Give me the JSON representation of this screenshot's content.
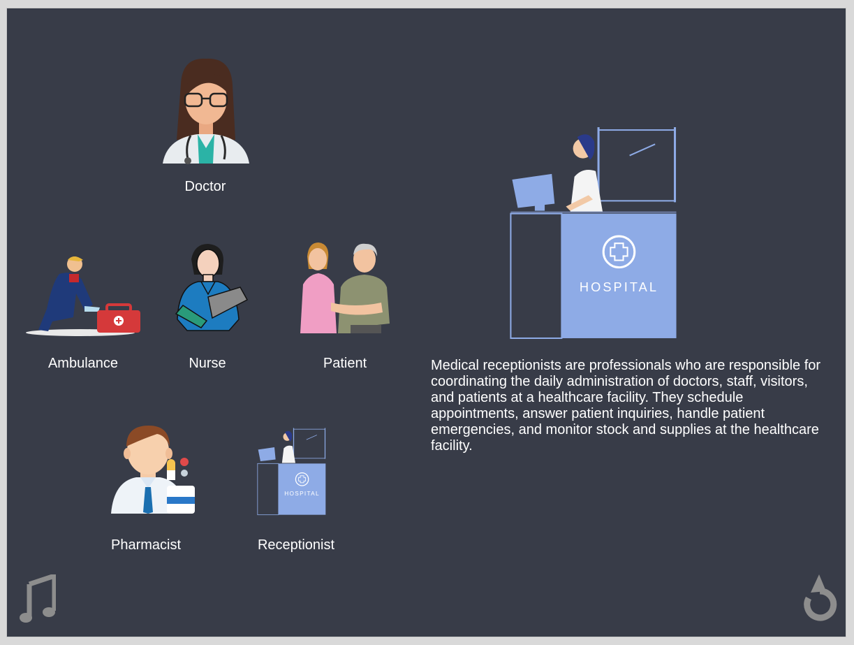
{
  "characters": {
    "doctor": "Doctor",
    "ambulance": "Ambulance",
    "nurse": "Nurse",
    "patient": "Patient",
    "pharmacist": "Pharmacist",
    "receptionist": "Receptionist"
  },
  "detail": {
    "sign_text": "HOSPITAL",
    "description": "Medical receptionists are professionals who are responsible for coordinating the daily administration of doctors, staff, visitors, and patients at a healthcare facility. They schedule appointments, answer patient inquiries, handle patient emergencies, and monitor stock and supplies at the healthcare facility."
  },
  "controls": {
    "music_icon": "music-note-icon",
    "replay_icon": "replay-icon"
  },
  "colors": {
    "background": "#383c48",
    "desk_blue": "#8eabe6",
    "text": "#ffffff"
  }
}
